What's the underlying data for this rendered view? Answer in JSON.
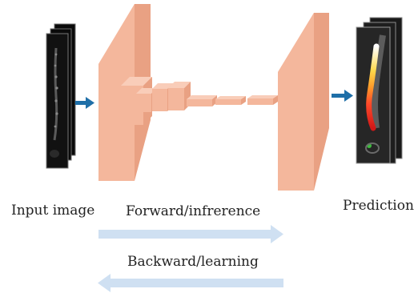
{
  "labels": {
    "input": "Input image",
    "forward": "Forward/infrerence",
    "backward": "Backward/learning",
    "prediction": "Prediction"
  },
  "icons": {
    "input_stack": "mri-slice-stack",
    "output_stack": "segmented-spine-stack",
    "arrow_in": "right-arrow-icon",
    "arrow_out": "right-arrow-icon",
    "arrow_forward": "right-arrow-icon",
    "arrow_backward": "left-arrow-icon"
  },
  "colors": {
    "layer_front": "#f4b79c",
    "layer_side": "#e9a183",
    "layer_top": "#f9cdb9",
    "flow_arrow": "#1f6fa8",
    "train_arrow": "#cfe0f2",
    "text": "#222222"
  }
}
